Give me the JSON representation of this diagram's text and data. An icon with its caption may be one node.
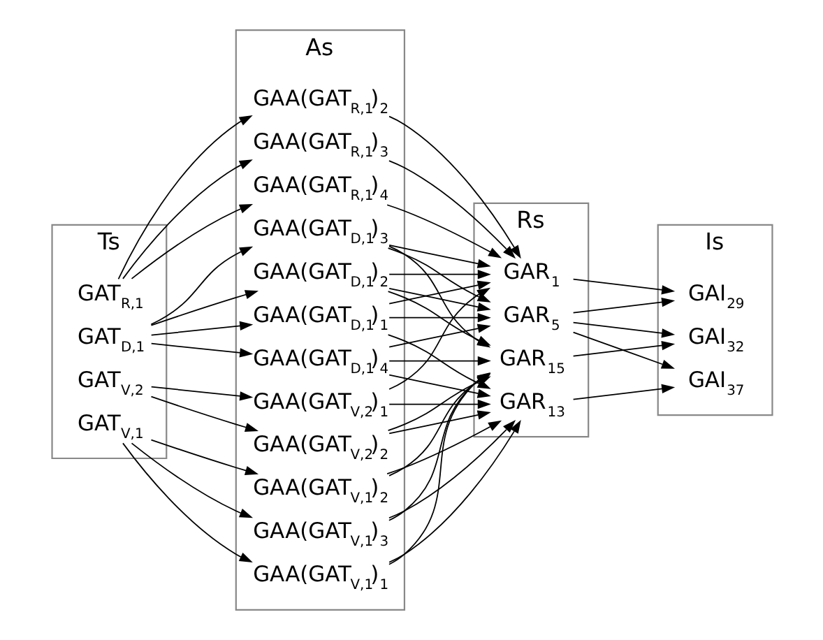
{
  "diagram": {
    "nodes": [
      {
        "text": [
          "Ts"
        ]
      },
      {
        "text": [
          "GAT$_{R,1}$"
        ],
        "in": 0
      },
      {
        "text": [
          "GAT$_{V,1}$"
        ],
        "in": 0
      },
      {
        "text": [
          "GAT$_{V,2}$"
        ],
        "in": 0
      },
      {
        "text": [
          "GAT$_{D,1}$"
        ],
        "in": 0
      },
      {
        "text": [
          "As"
        ]
      },
      {
        "text": [
          "GAA(GAT$_{R,1}$)$_{2}$"
        ],
        "in": 5
      },
      {
        "text": [
          "GAA(GAT$_{R,1}$)$_{3}$"
        ],
        "in": 5
      },
      {
        "text": [
          "GAA(GAT$_{R,1}$)$_{4}$"
        ],
        "in": 5
      },
      {
        "text": [
          "GAA(GAT$_{V,1}$)$_{1}$"
        ],
        "in": 5
      },
      {
        "text": [
          "GAA(GAT$_{V,1}$)$_{2}$"
        ],
        "in": 5
      },
      {
        "text": [
          "GAA(GAT$_{V,1}$)$_{3}$"
        ],
        "in": 5
      },
      {
        "text": [
          "GAA(GAT$_{V,2}$)$_{1}$"
        ],
        "in": 5
      },
      {
        "text": [
          "GAA(GAT$_{V,2}$)$_{2}$"
        ],
        "in": 5
      },
      {
        "text": [
          "GAA(GAT$_{D,1}$)$_{1}$"
        ],
        "in": 5
      },
      {
        "text": [
          "GAA(GAT$_{D,1}$)$_{2}$"
        ],
        "in": 5
      },
      {
        "text": [
          "GAA(GAT$_{D,1}$)$_{3}$"
        ],
        "in": 5
      },
      {
        "text": [
          "GAA(GAT$_{D,1}$)$_{4}$"
        ],
        "in": 5
      },
      {
        "text": [
          "Rs"
        ]
      },
      {
        "text": [
          "GAR$_{1}$"
        ],
        "in": 18
      },
      {
        "text": [
          "GAR$_{5}$"
        ],
        "in": 18
      },
      {
        "text": [
          "GAR$_{13}$"
        ],
        "in": 18
      },
      {
        "text": [
          "GAR$_{15}$"
        ],
        "in": 18
      },
      {
        "text": [
          "Is"
        ]
      },
      {
        "text": [
          "GAI$_{29}$"
        ],
        "in": 23
      },
      {
        "text": [
          "GAI$_{32}$"
        ],
        "in": 23
      },
      {
        "text": [
          "GAI$_{37}$"
        ],
        "in": 23
      }
    ],
    "edges": [
      {
        "from": 1,
        "to": 6,
        "arrow": "to"
      },
      {
        "from": 1,
        "to": 7,
        "arrow": "to"
      },
      {
        "from": 1,
        "to": 8,
        "arrow": "to"
      },
      {
        "from": 2,
        "to": 9,
        "arrow": "to"
      },
      {
        "from": 2,
        "to": 10,
        "arrow": "to"
      },
      {
        "from": 2,
        "to": 11,
        "arrow": "to"
      },
      {
        "from": 3,
        "to": 12,
        "arrow": "to"
      },
      {
        "from": 3,
        "to": 13,
        "arrow": "to"
      },
      {
        "from": 4,
        "to": 14,
        "arrow": "to"
      },
      {
        "from": 4,
        "to": 15,
        "arrow": "to"
      },
      {
        "from": 4,
        "to": 16,
        "arrow": "to"
      },
      {
        "from": 4,
        "to": 17,
        "arrow": "to"
      },
      {
        "from": 6,
        "to": 19,
        "arrow": "to"
      },
      {
        "from": 7,
        "to": 19,
        "arrow": "to"
      },
      {
        "from": 8,
        "to": 19,
        "arrow": "to"
      },
      {
        "from": 9,
        "to": 21,
        "arrow": "to"
      },
      {
        "from": 9,
        "to": 22,
        "arrow": "to"
      },
      {
        "from": 10,
        "to": 21,
        "arrow": "to"
      },
      {
        "from": 10,
        "to": 22,
        "arrow": "to"
      },
      {
        "from": 11,
        "to": 21,
        "arrow": "to"
      },
      {
        "from": 11,
        "to": 22,
        "arrow": "to"
      },
      {
        "from": 12,
        "to": 19,
        "arrow": "to"
      },
      {
        "from": 12,
        "to": 21,
        "arrow": "to"
      },
      {
        "from": 13,
        "to": 21,
        "arrow": "to"
      },
      {
        "from": 13,
        "to": 22,
        "arrow": "to"
      },
      {
        "from": 14,
        "to": 19,
        "arrow": "to"
      },
      {
        "from": 14,
        "to": 20,
        "arrow": "to"
      },
      {
        "from": 14,
        "to": 21,
        "arrow": "to"
      },
      {
        "from": 15,
        "to": 19,
        "arrow": "to"
      },
      {
        "from": 15,
        "to": 20,
        "arrow": "to"
      },
      {
        "from": 15,
        "to": 22,
        "arrow": "to"
      },
      {
        "from": 16,
        "to": 19,
        "arrow": "to"
      },
      {
        "from": 16,
        "to": 20,
        "arrow": "to"
      },
      {
        "from": 16,
        "to": 22,
        "arrow": "to"
      },
      {
        "from": 17,
        "to": 20,
        "arrow": "to"
      },
      {
        "from": 17,
        "to": 21,
        "arrow": "to"
      },
      {
        "from": 17,
        "to": 22,
        "arrow": "to"
      },
      {
        "from": 19,
        "to": 24,
        "arrow": "to"
      },
      {
        "from": 20,
        "to": 24,
        "arrow": "to"
      },
      {
        "from": 20,
        "to": 25,
        "arrow": "to"
      },
      {
        "from": 20,
        "to": 26,
        "arrow": "to"
      },
      {
        "from": 21,
        "to": 26,
        "arrow": "to"
      },
      {
        "from": 22,
        "to": 25,
        "arrow": "to"
      }
    ]
  }
}
